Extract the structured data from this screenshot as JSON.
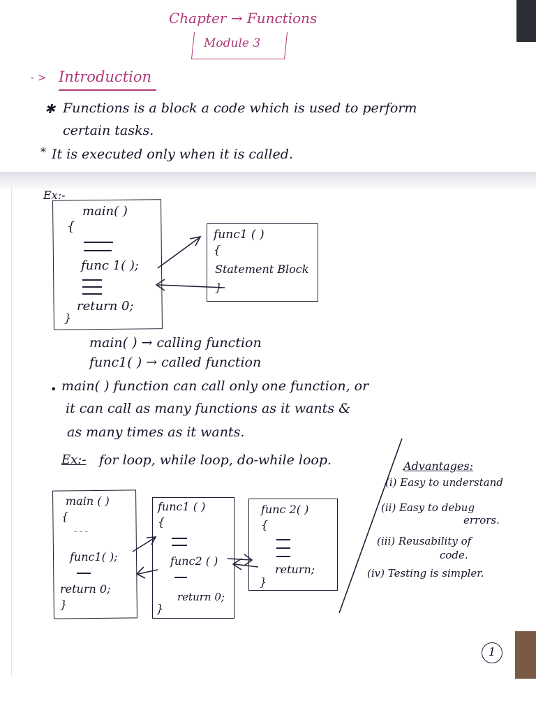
{
  "header": {
    "title": "Chapter → Functions",
    "module": "Module 3"
  },
  "intro": {
    "heading": "Introduction",
    "point1_line1": "Functions is a block a code which is used to perform",
    "point1_line2": "certain tasks.",
    "point2": "It is executed only when it is called."
  },
  "example1": {
    "label": "Ex:-",
    "main_box": {
      "l1": "main( )",
      "l2": "{",
      "l3": "func 1( );",
      "l4": "return 0;",
      "l5": "}"
    },
    "func_box": {
      "l1": "func1 ( )",
      "l2": "{",
      "l3": "Statement Block",
      "l4": "}"
    },
    "caption1": "main( ) → calling function",
    "caption2": "func1( ) → called function"
  },
  "note": {
    "line1": "main( ) function can call only one function, or",
    "line2": "it can call as many functions as it wants &",
    "line3": "as many times as it wants."
  },
  "example2": {
    "label": "Ex:-",
    "text": "for loop, while loop, do-while loop.",
    "main_box": {
      "l1": "main ( )",
      "l2": "{",
      "l3": "func1( );",
      "l4": "return 0;",
      "l5": "}"
    },
    "func1_box": {
      "l1": "func1 ( )",
      "l2": "{",
      "l3": "func2 ( )",
      "l4": "return 0;",
      "l5": "}"
    },
    "func2_box": {
      "l1": "func 2( )",
      "l2": "{",
      "l3": "return;",
      "l4": "}"
    }
  },
  "advantages": {
    "heading": "Advantages:",
    "items": [
      "(i) Easy to understand",
      "(ii) Easy to debug",
      "errors.",
      "(iii) Reusability of",
      "code.",
      "(iv) Testing is simpler."
    ]
  },
  "page_number": "1"
}
